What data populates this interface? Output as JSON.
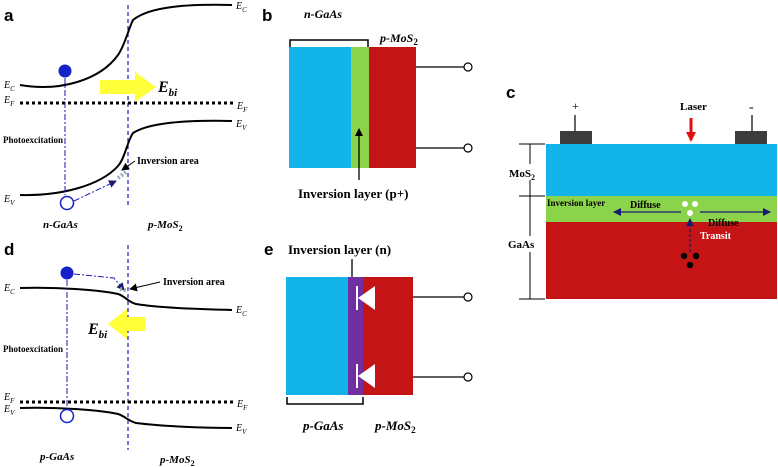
{
  "panels": {
    "a": {
      "letter": "a",
      "ec": "E",
      "ec_sub": "C",
      "ef": "E",
      "ef_sub": "F",
      "ev": "E",
      "ev_sub": "V",
      "ebi": "E",
      "ebi_sub": "bi",
      "photoexcitation": "Photoexcitation",
      "inversion_area": "Inversion area",
      "left_material": "n-GaAs",
      "right_material": "p-MoS",
      "right_material_sub": "2"
    },
    "b": {
      "letter": "b",
      "top_left_label": "n-GaAs",
      "top_right_label": "p-MoS",
      "top_right_sub": "2",
      "bottom_label": "Inversion layer (p+)"
    },
    "c": {
      "letter": "c",
      "plus": "+",
      "minus": "-",
      "laser": "Laser",
      "mos2": "MoS",
      "mos2_sub": "2",
      "gaas": "GaAs",
      "inversion_layer": "Inversion layer",
      "diffuse_left": "Diffuse",
      "diffuse_right": "Diffuse",
      "transit": "Transit"
    },
    "d": {
      "letter": "d",
      "ec": "E",
      "ec_sub": "C",
      "ef": "E",
      "ef_sub": "F",
      "ev": "E",
      "ev_sub": "V",
      "ebi": "E",
      "ebi_sub": "bi",
      "photoexcitation": "Photoexcitation",
      "inversion_area": "Inversion area",
      "left_material": "p-GaAs",
      "right_material": "p-MoS",
      "right_material_sub": "2"
    },
    "e": {
      "letter": "e",
      "top_label": "Inversion layer (n)",
      "bottom_left_label": "p-GaAs",
      "bottom_right_label": "p-MoS",
      "bottom_right_sub": "2"
    }
  },
  "colors": {
    "gaas_blue": "#12b4ea",
    "mos2_red": "#c41416",
    "inversion_green": "#8bd34a",
    "inversion_purple": "#6f2fa0",
    "electric_field_yellow": "#ffff3a",
    "electron_blue": "#1521c8",
    "laser_red": "#e01010",
    "transit_dark": "#1a1a6e"
  },
  "icons": [
    "electrode-circle-icon",
    "arrow-right-icon",
    "arrow-left-icon",
    "laser-arrow-icon",
    "diode-triangle-icon"
  ]
}
